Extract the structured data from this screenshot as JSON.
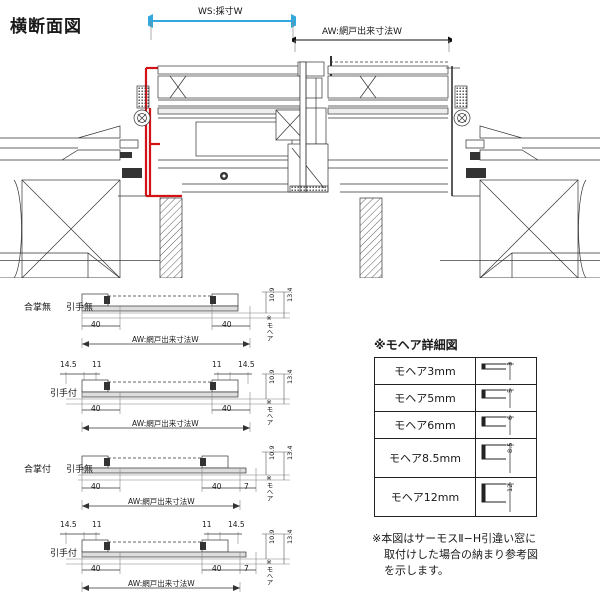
{
  "title": "横断面図",
  "dimensions": {
    "ws_label": "WS:採寸W",
    "ws_color": "#33a8dd",
    "aw_label": "AW:網戸出来寸法W"
  },
  "detail_rows": [
    {
      "group_label": "合掌無",
      "handle_label": "引手無",
      "top_dims": [],
      "inner_dims": [
        "40",
        "40"
      ],
      "extra_dim": "",
      "aw_label": "AW:網戸出来寸法W",
      "v_dims": [
        "10.9",
        "13.4"
      ],
      "mohair_label": "※モヘア"
    },
    {
      "group_label": "",
      "handle_label": "引手付",
      "top_dims": [
        "14.5",
        "11",
        "11",
        "14.5"
      ],
      "inner_dims": [
        "40",
        "40"
      ],
      "extra_dim": "",
      "aw_label": "AW:網戸出来寸法W",
      "v_dims": [
        "10.9",
        "13.4"
      ],
      "mohair_label": "※モヘア"
    },
    {
      "group_label": "合掌付",
      "handle_label": "引手無",
      "top_dims": [],
      "inner_dims": [
        "40",
        "40"
      ],
      "extra_dim": "7",
      "aw_label": "AW:網戸出来寸法W",
      "v_dims": [
        "10.9",
        "13.4"
      ],
      "mohair_label": "※モヘア"
    },
    {
      "group_label": "",
      "handle_label": "引手付",
      "top_dims": [
        "14.5",
        "11",
        "11",
        "14.5"
      ],
      "inner_dims": [
        "40",
        "40"
      ],
      "extra_dim": "7",
      "aw_label": "AW:網戸出来寸法W",
      "v_dims": [
        "10.9",
        "13.4"
      ],
      "mohair_label": "※モヘア"
    }
  ],
  "mohair_table": {
    "caption": "※モヘア詳細図",
    "rows": [
      {
        "name": "モヘア3mm",
        "value": "3"
      },
      {
        "name": "モヘア5mm",
        "value": "5"
      },
      {
        "name": "モヘア6mm",
        "value": "6"
      },
      {
        "name": "モヘア8.5mm",
        "value": "8.5"
      },
      {
        "name": "モヘア12mm",
        "value": "12"
      }
    ]
  },
  "footnote": {
    "line1": "※本図はサーモスⅡ−H引違い窓に",
    "line2": "取付けした場合の納まり参考図",
    "line3": "を示します。"
  }
}
